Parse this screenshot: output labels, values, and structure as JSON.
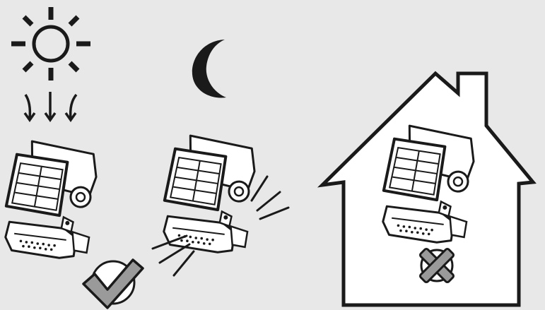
{
  "diagram": {
    "background_color": "#e8e8e8",
    "line_color": "#1a1a1a",
    "icon_fill_white": "#ffffff",
    "badge_gray": "#9a9a9a",
    "panels": [
      {
        "context": "sunlight",
        "icon": "sun-icon"
      },
      {
        "context": "night",
        "icon": "moon-icon"
      },
      {
        "context": "indoors",
        "icon": "house-icon"
      }
    ],
    "badges": [
      {
        "meaning": "correct",
        "icon": "check-mark-icon"
      },
      {
        "meaning": "incorrect",
        "icon": "cross-mark-icon"
      }
    ]
  }
}
